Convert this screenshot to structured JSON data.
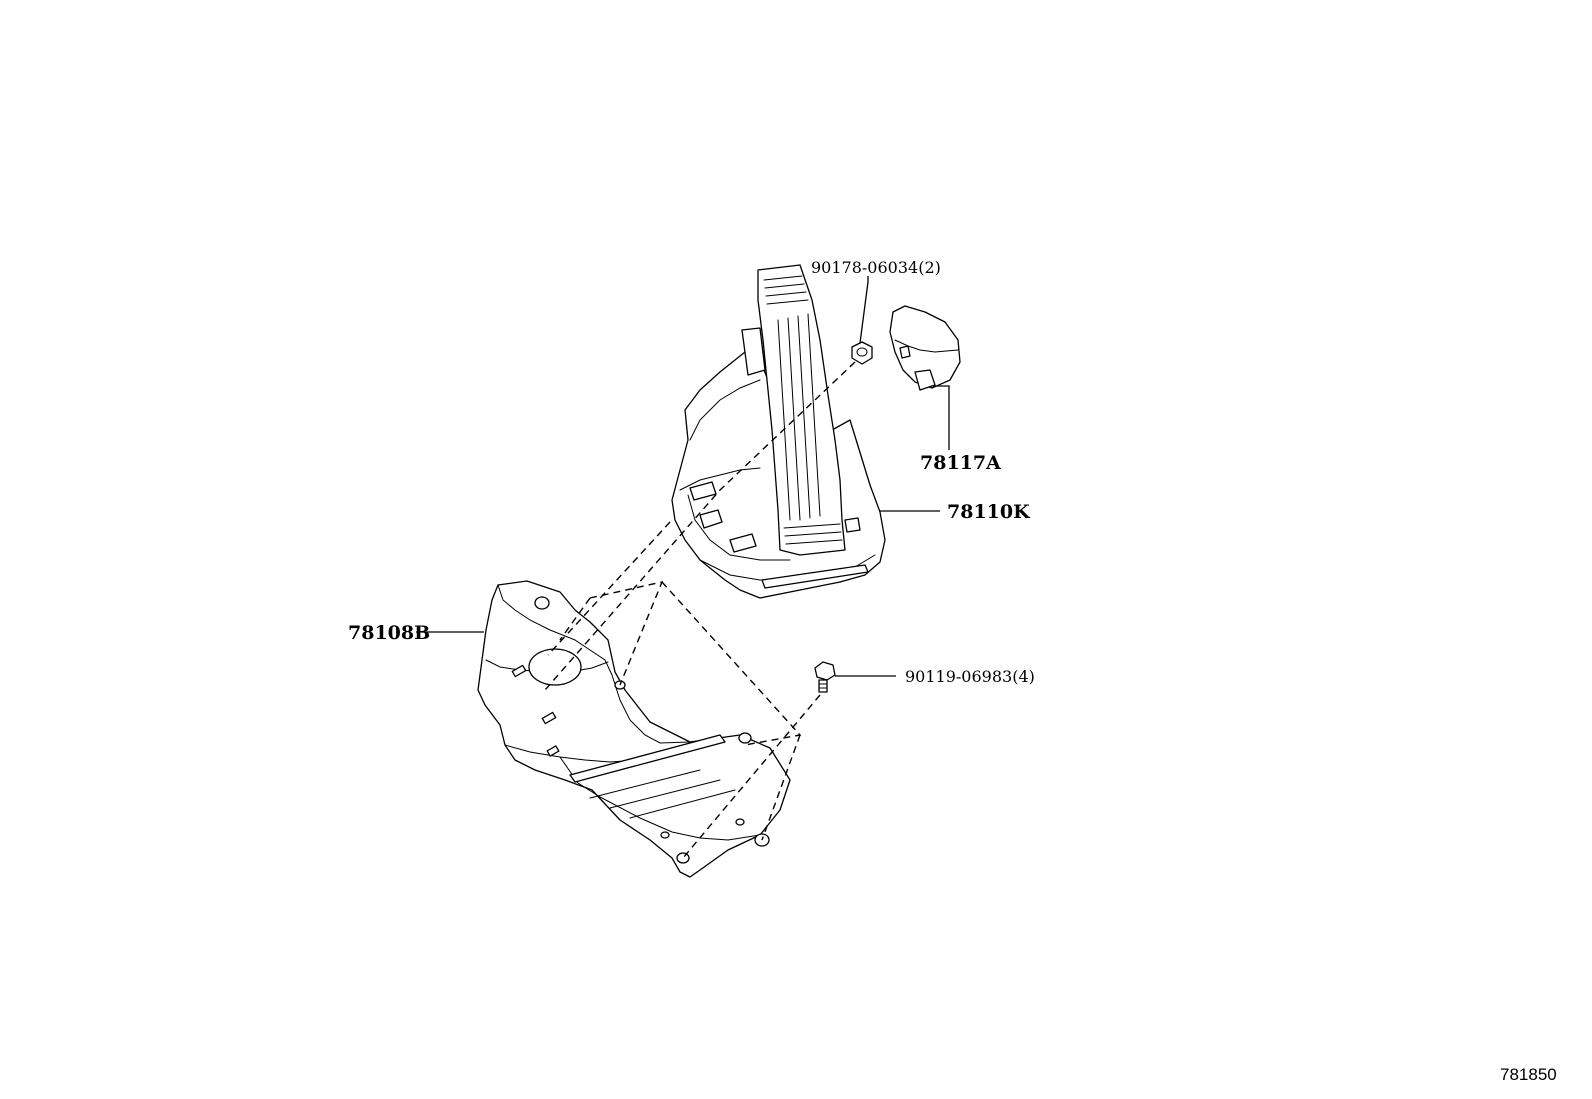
{
  "diagram": {
    "callouts": {
      "pedal_pad": "78117A",
      "pedal_assembly": "78110K",
      "bracket": "78108B",
      "nut": "90178-06034(2)",
      "bolt": "90119-06983(4)"
    },
    "figure_number": "781850"
  }
}
